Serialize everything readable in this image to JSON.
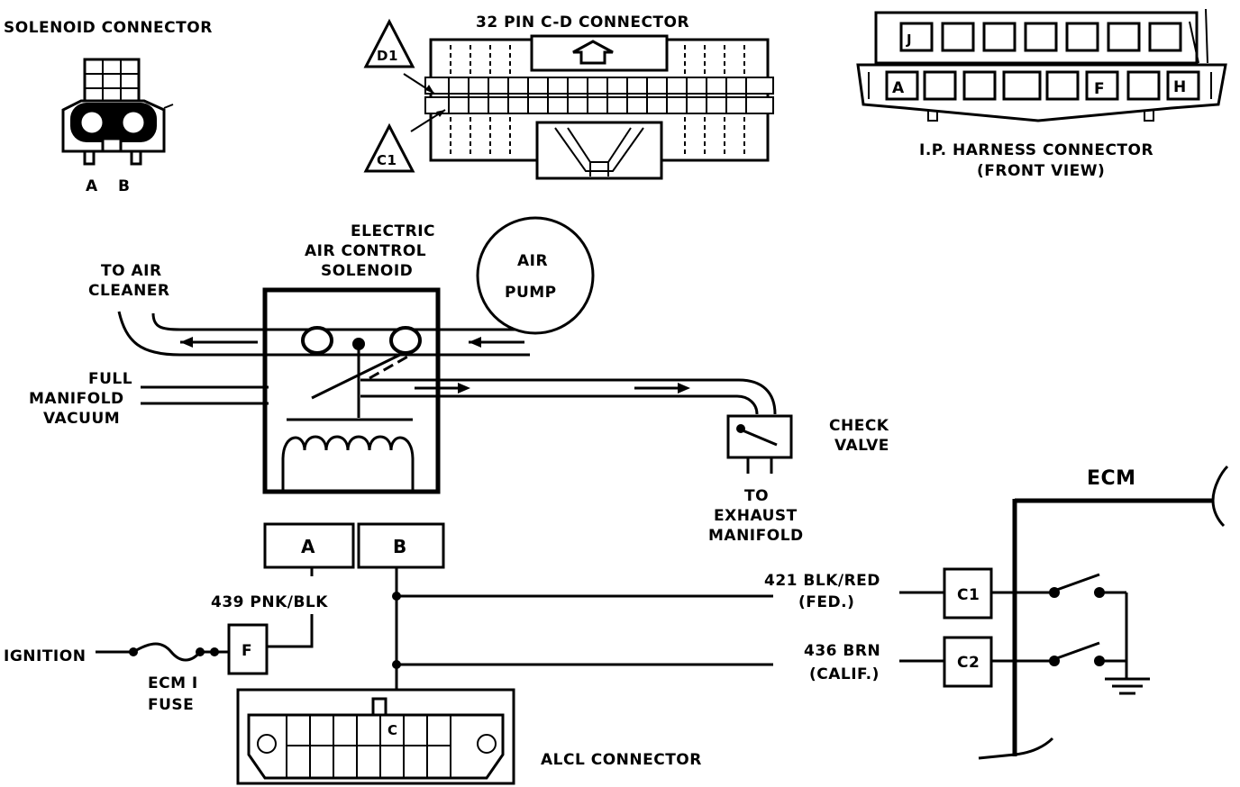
{
  "labels": {
    "solenoid_connector": "SOLENOID CONNECTOR",
    "solenoid_pin_a": "A",
    "solenoid_pin_b": "B",
    "cd_connector": "32 PIN C-D CONNECTOR",
    "cd_d1": "D1",
    "cd_c1": "C1",
    "ip_title": "I.P. HARNESS CONNECTOR",
    "ip_subtitle": "(FRONT VIEW)",
    "ip_j": "J",
    "ip_a": "A",
    "ip_f": "F",
    "ip_h": "H",
    "solenoid_line1": "ELECTRIC",
    "solenoid_line2": "AIR CONTROL",
    "solenoid_line3": "SOLENOID",
    "air_pump_1": "AIR",
    "air_pump_2": "PUMP",
    "to_air_1": "TO AIR",
    "to_air_2": "CLEANER",
    "vac_1": "FULL",
    "vac_2": "MANIFOLD",
    "vac_3": "VACUUM",
    "check_1": "CHECK",
    "check_2": "VALVE",
    "exh_1": "TO",
    "exh_2": "EXHAUST",
    "exh_3": "MANIFOLD",
    "term_a": "A",
    "term_b": "B",
    "ecm": "ECM",
    "wire_421": "421 BLK/RED",
    "wire_421_note": "(FED.)",
    "wire_436": "436 BRN",
    "wire_436_note": "(CALIF.)",
    "ecm_c1": "C1",
    "ecm_c2": "C2",
    "wire_439": "439 PNK/BLK",
    "ignition": "IGNITION",
    "fuse_1": "ECM I",
    "fuse_2": "FUSE",
    "fuse_f": "F",
    "alcl_c": "C",
    "alcl": "ALCL CONNECTOR"
  }
}
